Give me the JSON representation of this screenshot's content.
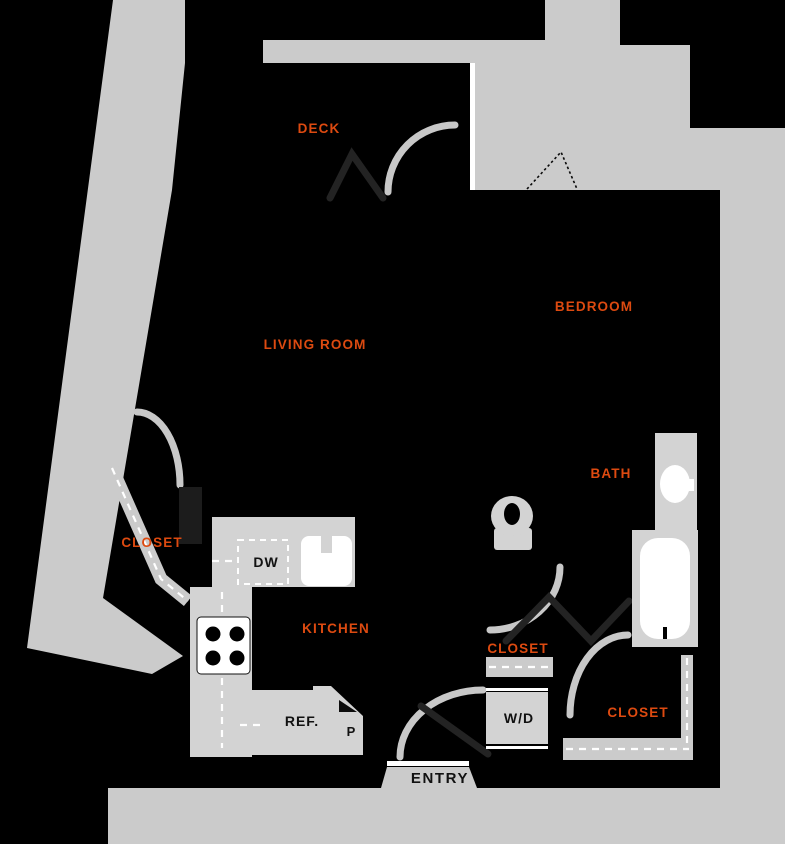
{
  "floor_plan": {
    "rooms": {
      "deck": "DECK",
      "living_room": "LIVING ROOM",
      "bedroom": "BEDROOM",
      "bath": "BATH",
      "kitchen": "KITCHEN"
    },
    "closets": {
      "left": "CLOSET",
      "hall": "CLOSET",
      "bedroom_side": "CLOSET"
    },
    "appliances": {
      "dishwasher": "DW",
      "refrigerator": "REF.",
      "pantry": "P",
      "washer_dryer": "W/D"
    },
    "entry": "ENTRY",
    "colors": {
      "background": "#000000",
      "walkway": "#cbcbcb",
      "fixture": "#d3d3d3",
      "door_arc": "#c8c8c8",
      "label_accent": "#dd4a10",
      "label_dark": "#111111"
    }
  }
}
